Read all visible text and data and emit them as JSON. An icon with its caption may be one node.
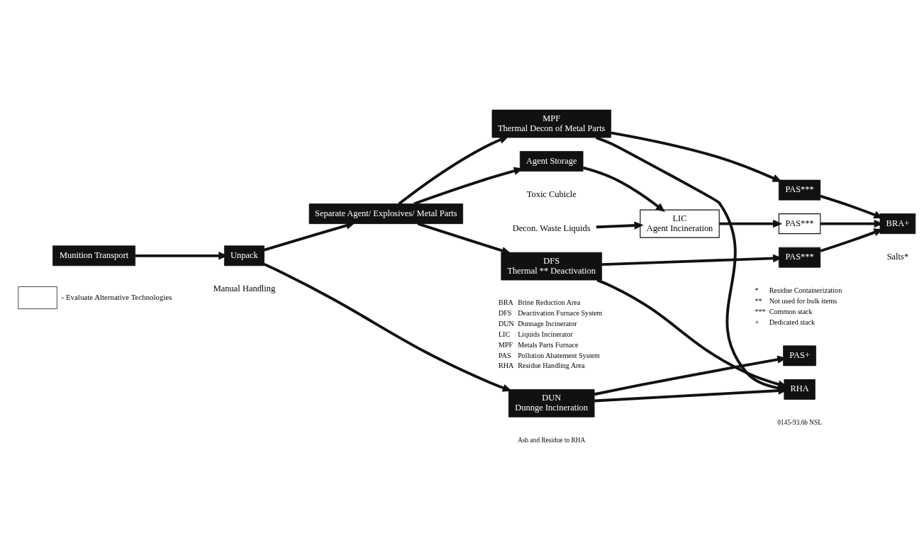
{
  "diagram": {
    "nodes": [
      {
        "text": [
          "Munition Transport"
        ]
      },
      {
        "text": [
          "Unpack"
        ],
        "beside": [
          "Manual Handling"
        ]
      },
      {
        "text": [
          "Separate Agent/ Explosives/ Metal Parts"
        ]
      },
      {
        "text": [
          "Agent Storage"
        ],
        "beside": [
          "Toxic Cubicle"
        ]
      },
      {
        "text": [
          "MPF",
          "Thermal Decon of Metal Parts"
        ]
      },
      {
        "text": [
          "Decon. Waste Liquids"
        ]
      },
      {
        "text": [
          "LIC",
          "Agent Incineration"
        ]
      },
      {
        "text": [
          "DFS",
          "Thermal ** Deactivation"
        ]
      },
      {
        "text": [
          "DUN",
          "Dunnge Incineration"
        ]
      },
      {
        "text": [
          "PAS***"
        ]
      },
      {
        "text": [
          "PAS***"
        ]
      },
      {
        "text": [
          "PAS***"
        ]
      },
      {
        "text": [
          "PAS+"
        ]
      },
      {
        "text": [
          "RHA"
        ]
      },
      {
        "text": [
          "BRA+"
        ],
        "beside": [
          "Salts*"
        ]
      }
    ],
    "edges": [
      {
        "from": 0,
        "to": 1,
        "arrow": "to"
      },
      {
        "from": 1,
        "to": 2,
        "arrow": "to"
      },
      {
        "from": 2,
        "to": 3,
        "arrow": "to"
      },
      {
        "from": 2,
        "to": 4,
        "arrow": "to"
      },
      {
        "from": 2,
        "to": 7,
        "arrow": "to"
      },
      {
        "from": 1,
        "to": 8,
        "arrow": "to"
      },
      {
        "from": 3,
        "to": 6,
        "arrow": "to"
      },
      {
        "from": 5,
        "to": 6,
        "arrow": "to"
      },
      {
        "from": 4,
        "to": 9,
        "arrow": "to"
      },
      {
        "from": 6,
        "to": 10,
        "arrow": "to"
      },
      {
        "from": 7,
        "to": 11,
        "arrow": "to"
      },
      {
        "from": 8,
        "to": 12,
        "arrow": "to"
      },
      {
        "from": 4,
        "to": 13,
        "arrow": "to"
      },
      {
        "from": 7,
        "to": 13,
        "arrow": "to"
      },
      {
        "from": 8,
        "to": 13,
        "arrow": "to"
      },
      {
        "from": 9,
        "to": 14,
        "arrow": "to"
      },
      {
        "from": 10,
        "to": 14,
        "arrow": "to"
      },
      {
        "from": 11,
        "to": 14,
        "arrow": "to"
      }
    ],
    "labels": [
      "Ash and Residue to RHA",
      "0145-93.6b NSL",
      "BRA",
      "Brine Reduction Area",
      "DFS",
      "Deactivation Furnace System",
      "DUN",
      "Dunnage Incinerator",
      "LIC",
      "Liquids Incinerator",
      "MPF",
      "Metals Parts Furnace",
      "PAS",
      "Pollution Abatement System",
      "RHA",
      "Residue Handling Area",
      "*",
      "Residue Containerization",
      "**",
      "Not used for bulk items",
      "***",
      "Common stack",
      "+",
      "Dedicated stack"
    ],
    "legend": [
      {
        "text": "- Evaluate Alternative Technologies",
        "color": "#ffffff"
      }
    ]
  }
}
